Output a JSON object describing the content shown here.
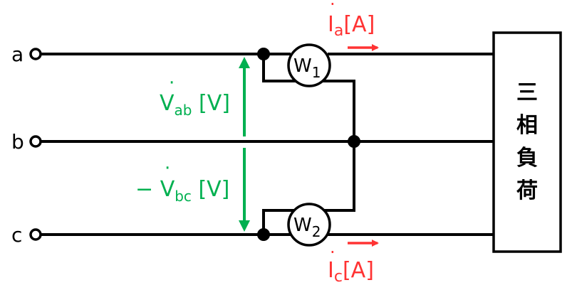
{
  "terminals": {
    "a": "a",
    "b": "b",
    "c": "c"
  },
  "meters": {
    "w1": {
      "letter": "W",
      "sub": "1"
    },
    "w2": {
      "letter": "W",
      "sub": "2"
    }
  },
  "voltages": {
    "vab": {
      "prefix": "",
      "symbol": "V",
      "dot": "·",
      "sub": "ab",
      "unit": " [V]"
    },
    "vbc": {
      "prefix": "− ",
      "symbol": "V",
      "dot": "·",
      "sub": "bc",
      "unit": " [V]"
    }
  },
  "currents": {
    "ia": {
      "symbol": "I",
      "dot": "·",
      "sub": "a",
      "unit": "[A]"
    },
    "ic": {
      "symbol": "I",
      "dot": "·",
      "sub": "c",
      "unit": "[A]"
    }
  },
  "load": {
    "chars": [
      "三",
      "相",
      "負",
      "荷"
    ]
  },
  "colors": {
    "voltage": "#00b050",
    "current": "#ff3333",
    "wire": "#000000"
  }
}
